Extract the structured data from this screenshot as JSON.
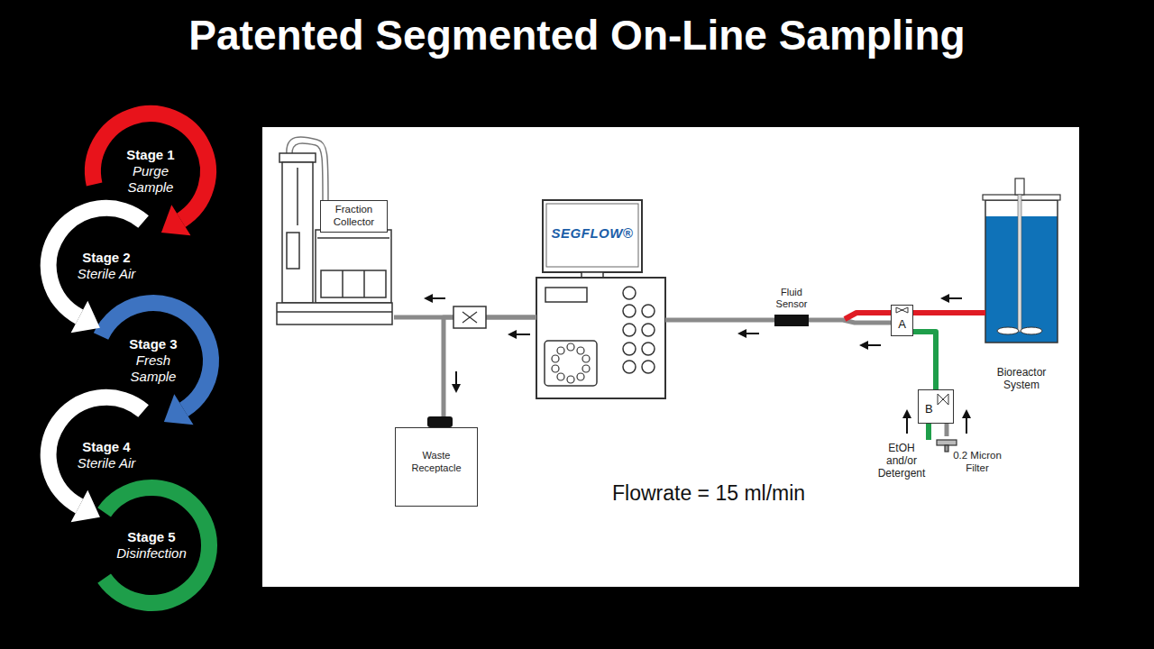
{
  "diagram": {
    "title": "Patented Segmented On-Line Sampling",
    "nodes": [
      {
        "text": [
          "Stage 1",
          "Purge Sample"
        ]
      },
      {
        "text": [
          "Stage 2",
          "Sterile Air"
        ]
      },
      {
        "text": [
          "Stage 3",
          "Fresh Sample"
        ]
      },
      {
        "text": [
          "Stage 4",
          "Sterile Air"
        ]
      },
      {
        "text": [
          "Stage 5",
          "Disinfection"
        ]
      },
      {
        "text": [
          "Fraction Collector"
        ]
      },
      {
        "text": [
          "SEGFLOW®"
        ]
      },
      {
        "text": [
          "Waste Receptacle"
        ]
      },
      {
        "text": [
          "Fluid Sensor"
        ]
      },
      {
        "text": [
          "A"
        ]
      },
      {
        "text": [
          "Bioreactor System"
        ]
      },
      {
        "text": [
          "B"
        ]
      },
      {
        "text": [
          "0.2 Micron Filter"
        ]
      }
    ],
    "edges": [
      {
        "from": 10,
        "to": 9,
        "arrow": "none"
      },
      {
        "from": 9,
        "to": 8,
        "arrow": "none"
      },
      {
        "from": 8,
        "to": 6,
        "arrow": "none"
      },
      {
        "from": 6,
        "to": 5,
        "arrow": "none"
      },
      {
        "from": 6,
        "to": 7,
        "arrow": "none"
      },
      {
        "from": 11,
        "to": 9,
        "arrow": "none"
      },
      {
        "from": 12,
        "to": 11,
        "arrow": "none"
      }
    ],
    "labels": [
      "EtOH and/or Detergent",
      "Flowrate = 15 ml/min"
    ]
  }
}
